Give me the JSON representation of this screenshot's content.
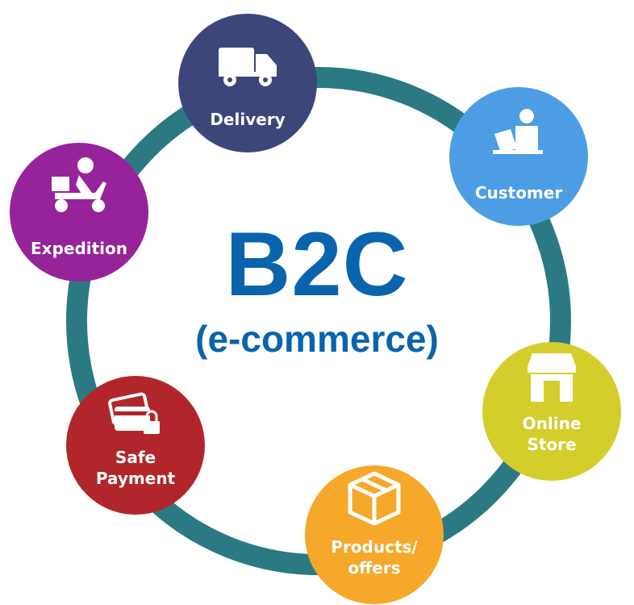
{
  "title": {
    "main": "B2C",
    "sub": "(e-commerce)",
    "color": "#0a64ad"
  },
  "ring_color": "#2b7a83",
  "nodes": [
    {
      "key": "delivery",
      "lines": [
        "Delivery"
      ],
      "icon": "truck-icon",
      "color": "#3c4679"
    },
    {
      "key": "customer",
      "lines": [
        "Customer"
      ],
      "icon": "laptop-user-icon",
      "color": "#4c9de4"
    },
    {
      "key": "online-store",
      "lines": [
        "Online",
        "Store"
      ],
      "icon": "store-icon",
      "color": "#d4ce2c"
    },
    {
      "key": "products",
      "lines": [
        "Products/",
        "offers"
      ],
      "icon": "package-box-icon",
      "color": "#f5a82a"
    },
    {
      "key": "safe-payment",
      "lines": [
        "Safe",
        "Payment"
      ],
      "icon": "card-lock-icon",
      "color": "#b1262a"
    },
    {
      "key": "expedition",
      "lines": [
        "Expedition"
      ],
      "icon": "scooter-rider-icon",
      "color": "#97239a"
    }
  ]
}
